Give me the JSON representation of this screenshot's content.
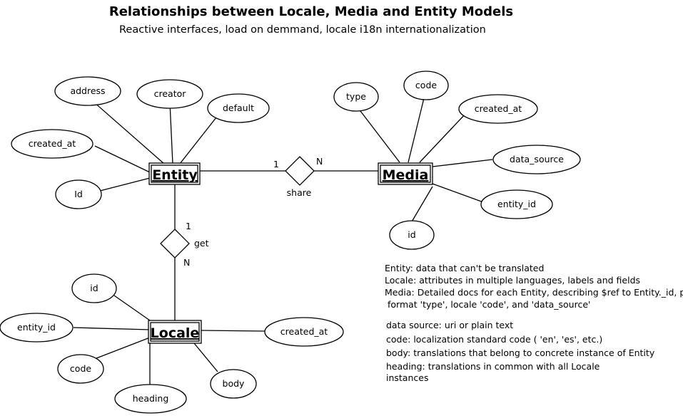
{
  "title": "Relationships between Locale, Media and Entity Models",
  "subtitle": "Reactive interfaces, load on demmand, locale i18n internationalization",
  "entities": {
    "entity": {
      "name": "Entity",
      "attributes": [
        "address",
        "creator",
        "default",
        "created_at",
        "Id"
      ]
    },
    "media": {
      "name": "Media",
      "attributes": [
        "type",
        "code",
        "created_at",
        "data_source",
        "entity_id",
        "id"
      ]
    },
    "locale": {
      "name": "Locale",
      "attributes": [
        "id",
        "entity_id",
        "code",
        "heading",
        "body",
        "created_at"
      ]
    }
  },
  "relationships": {
    "share": {
      "label": "share",
      "card_entity": "1",
      "card_media": "N"
    },
    "get": {
      "label": "get",
      "card_entity": "1",
      "card_locale": "N"
    }
  },
  "notes": {
    "group1": [
      "Entity: data that can't be translated",
      "Locale: attributes in multiple languages, labels and fields",
      "Media: Detailed docs for each Entity, describing $ref to Entity._id, plus",
      "format 'type', locale 'code', and 'data_source'"
    ],
    "group2": [
      "data source: uri or plain text",
      "code: localization standard code ( 'en', 'es', etc.)",
      "body: translations that belong to concrete instance of Entity",
      "heading: translations in common with all Locale",
      "instances"
    ]
  }
}
